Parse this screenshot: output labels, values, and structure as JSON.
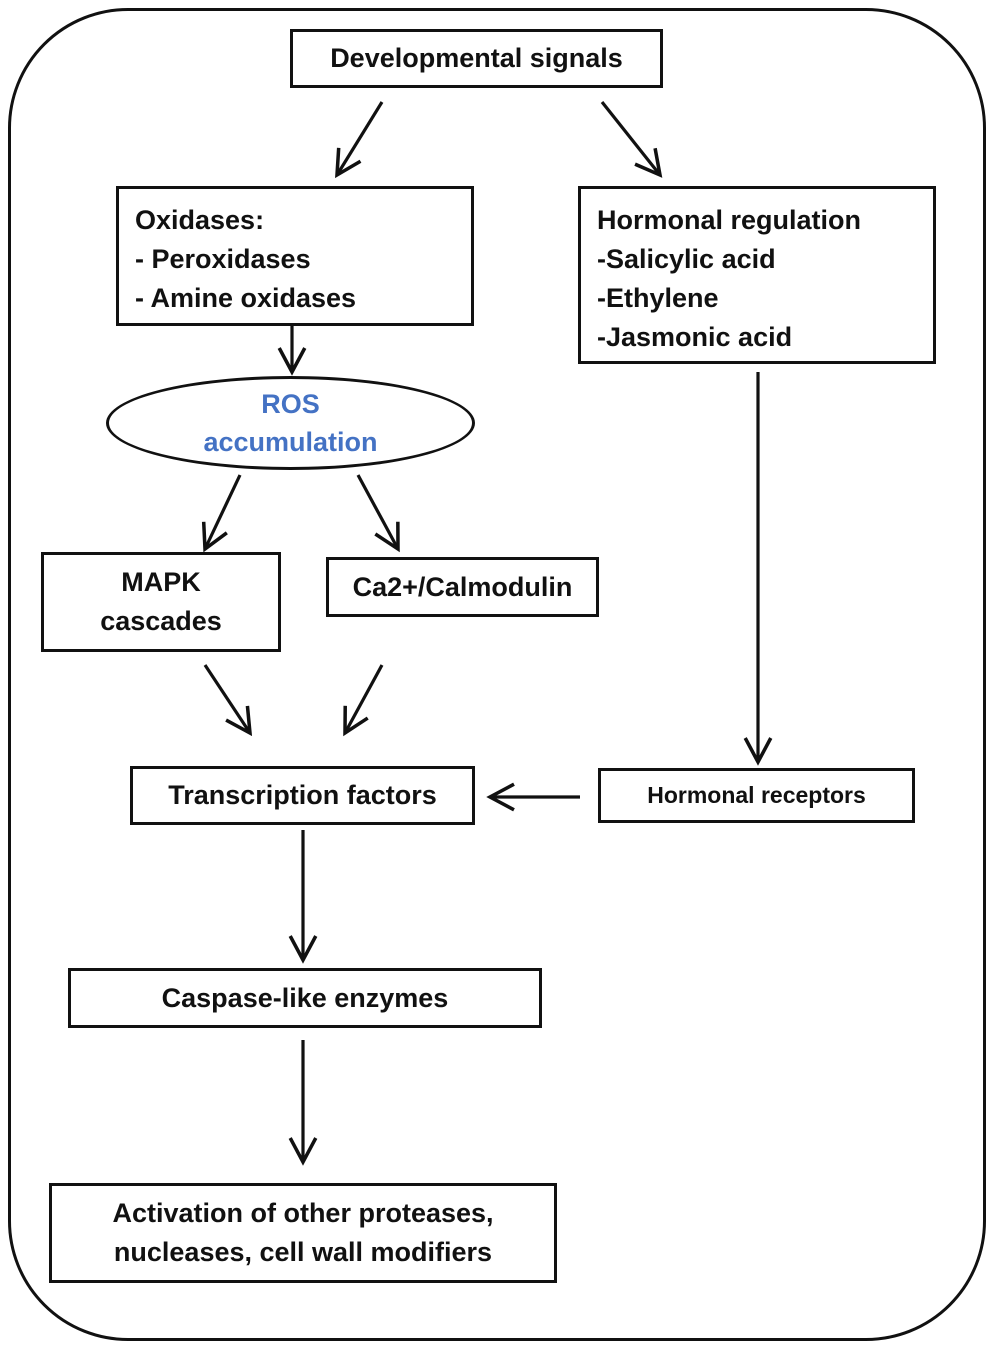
{
  "colors": {
    "line": "#111111",
    "accent": "#4472c4",
    "background": "#ffffff"
  },
  "nodes": {
    "developmental_signals": {
      "lines": [
        "Developmental signals"
      ]
    },
    "oxidases": {
      "lines": [
        "Oxidases:",
        "- Peroxidases",
        "- Amine oxidases"
      ]
    },
    "hormonal_regulation": {
      "lines": [
        "Hormonal regulation",
        "-Salicylic acid",
        "-Ethylene",
        "-Jasmonic acid"
      ]
    },
    "ros_accumulation": {
      "lines": [
        "ROS",
        "accumulation"
      ]
    },
    "mapk_cascades": {
      "lines": [
        "MAPK",
        "cascades"
      ]
    },
    "ca_calmodulin": {
      "lines": [
        "Ca2+/Calmodulin"
      ]
    },
    "transcription_factors": {
      "lines": [
        "Transcription factors"
      ]
    },
    "hormonal_receptors": {
      "lines": [
        "Hormonal receptors"
      ]
    },
    "caspase_like_enzymes": {
      "lines": [
        "Caspase-like enzymes"
      ]
    },
    "activation": {
      "lines": [
        "Activation of other proteases,",
        "nucleases, cell wall modifiers"
      ]
    }
  },
  "edges": [
    {
      "from": "developmental_signals",
      "to": "oxidases"
    },
    {
      "from": "developmental_signals",
      "to": "hormonal_regulation"
    },
    {
      "from": "oxidases",
      "to": "ros_accumulation"
    },
    {
      "from": "ros_accumulation",
      "to": "mapk_cascades"
    },
    {
      "from": "ros_accumulation",
      "to": "ca_calmodulin"
    },
    {
      "from": "mapk_cascades",
      "to": "transcription_factors"
    },
    {
      "from": "ca_calmodulin",
      "to": "transcription_factors"
    },
    {
      "from": "hormonal_regulation",
      "to": "hormonal_receptors"
    },
    {
      "from": "hormonal_receptors",
      "to": "transcription_factors"
    },
    {
      "from": "transcription_factors",
      "to": "caspase_like_enzymes"
    },
    {
      "from": "caspase_like_enzymes",
      "to": "activation"
    }
  ]
}
